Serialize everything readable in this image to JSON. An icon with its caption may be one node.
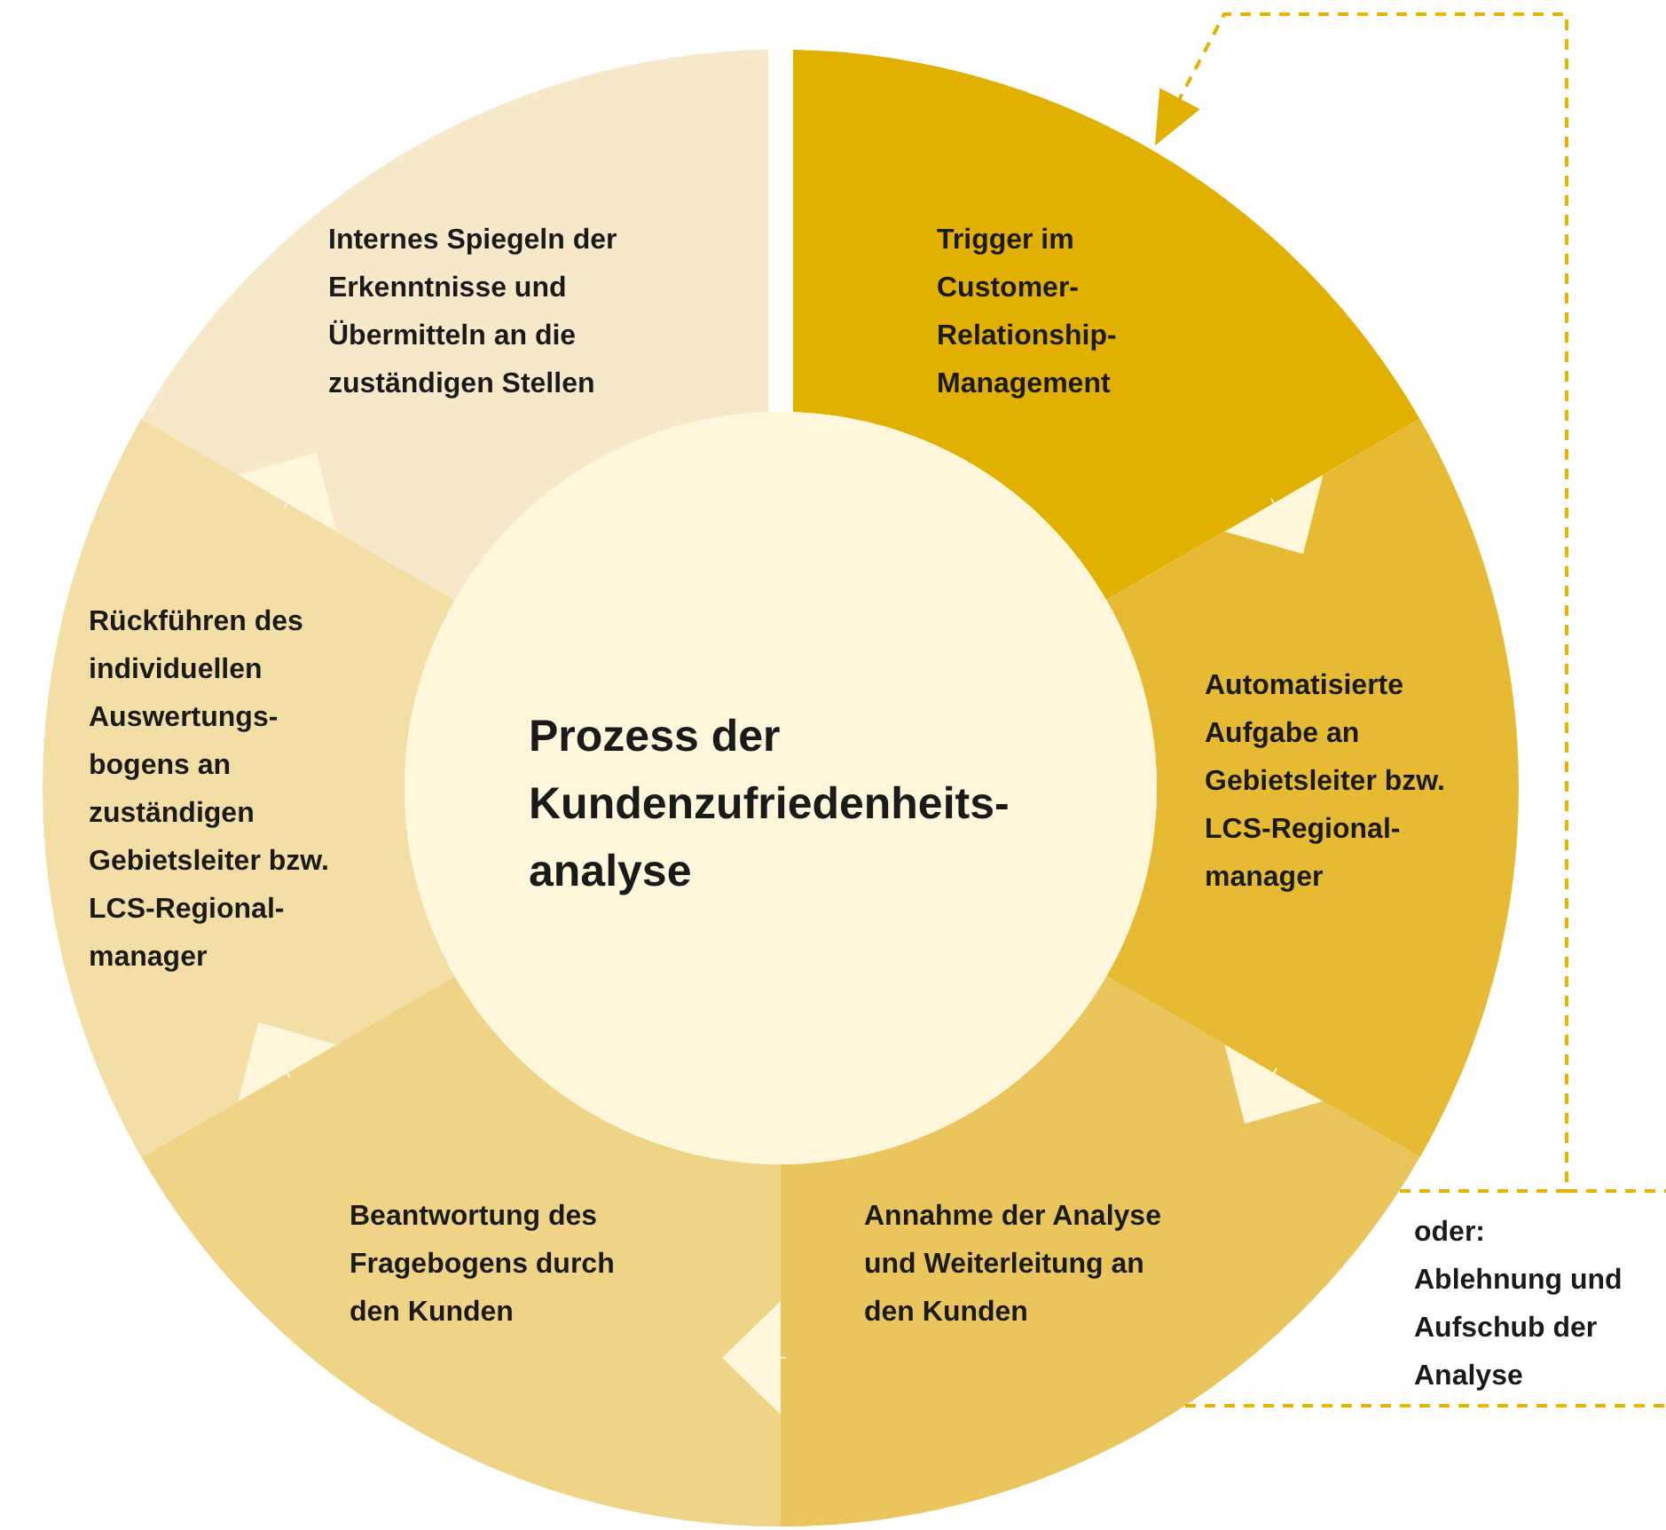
{
  "diagram": {
    "nodes": [
      {
        "text": [
          "Prozess der Kundenzufriedenheits- analyse"
        ]
      },
      {
        "text": [
          "Trigger im Customer- Relationship- Management"
        ]
      },
      {
        "text": [
          "Automatisierte Aufgabe an Gebietsleiter bzw. LCS-Regional- manager"
        ]
      },
      {
        "text": [
          "Annahme der Analyse und Weiterleitung an den Kunden"
        ]
      },
      {
        "text": [
          "Beantwortung des Fragebogens durch den Kunden"
        ]
      },
      {
        "text": [
          "Rückführen des individuellen Auswertungs- bogens an zuständigen Gebietsleiter bzw. LCS-Regional- manager"
        ]
      },
      {
        "text": [
          "Internes Spiegeln der Erkenntnisse und Übermitteln an die zuständigen Stellen"
        ]
      },
      {
        "text": [
          "oder: Ablehnung und Aufschub der Analyse"
        ]
      }
    ],
    "edges": [
      {
        "from": 1,
        "to": 2,
        "arrow": "to"
      },
      {
        "from": 2,
        "to": 3,
        "arrow": "to"
      },
      {
        "from": 3,
        "to": 4,
        "arrow": "to"
      },
      {
        "from": 4,
        "to": 5,
        "arrow": "to"
      },
      {
        "from": 5,
        "to": 6,
        "arrow": "to"
      },
      {
        "from": 7,
        "to": 1,
        "arrow": "to",
        "style": "dashed",
        "color": "#e6b300"
      }
    ]
  }
}
